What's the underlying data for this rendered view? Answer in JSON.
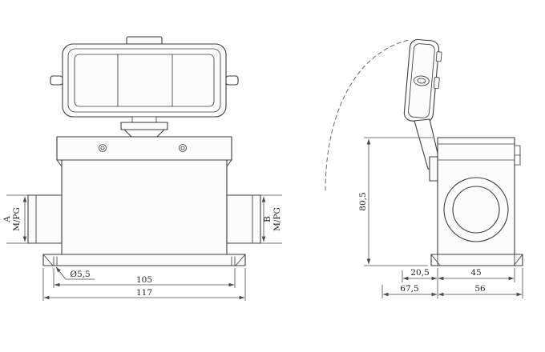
{
  "front_view": {
    "port_a": {
      "letter": "A",
      "thread": "M/PG"
    },
    "port_b": {
      "letter": "B",
      "thread": "M/PG"
    },
    "dims": {
      "mounting_hole": "Ø5,5",
      "hole_pitch": "105",
      "overall_width": "117"
    }
  },
  "side_view": {
    "dims": {
      "body_height": "80,5",
      "front_offset": "20,5",
      "body_depth": "45",
      "overall_depth": "67,5",
      "flange_depth": "56"
    }
  },
  "style": {
    "line_color": "#3c3c3c",
    "background": "#ffffff"
  }
}
